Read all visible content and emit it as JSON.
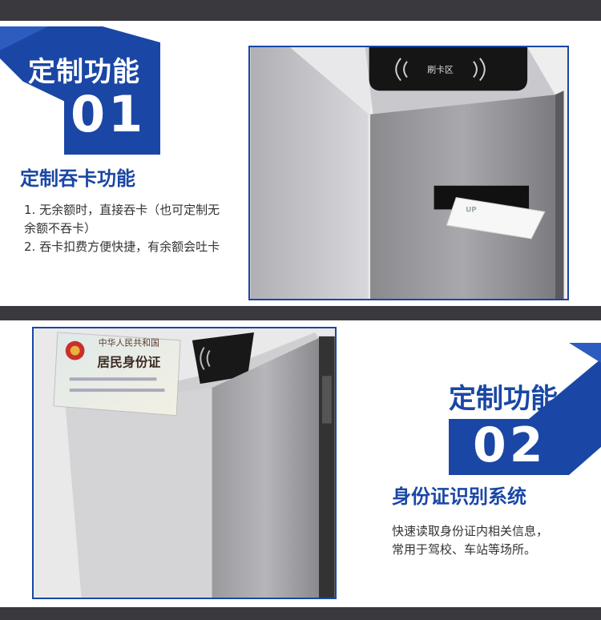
{
  "section1": {
    "badge_title": "定制功能",
    "badge_number": "01",
    "heading": "定制吞卡功能",
    "items": [
      "1. 无余额时，直接吞卡（也可定制无余额不吞卡）",
      "2. 吞卡扣费方便快捷，有余额会吐卡"
    ],
    "device_label": "刷卡区"
  },
  "section2": {
    "badge_title": "定制功能",
    "badge_number": "02",
    "heading": "身份证识别系统",
    "lines": [
      "快速读取身份证内相关信息，",
      "常用于驾校、车站等场所。"
    ],
    "card_title": "中华人民共和国",
    "card_subtitle": "居民身份证"
  },
  "colors": {
    "accent": "#1a47a5",
    "bar": "#3a3a3e"
  }
}
